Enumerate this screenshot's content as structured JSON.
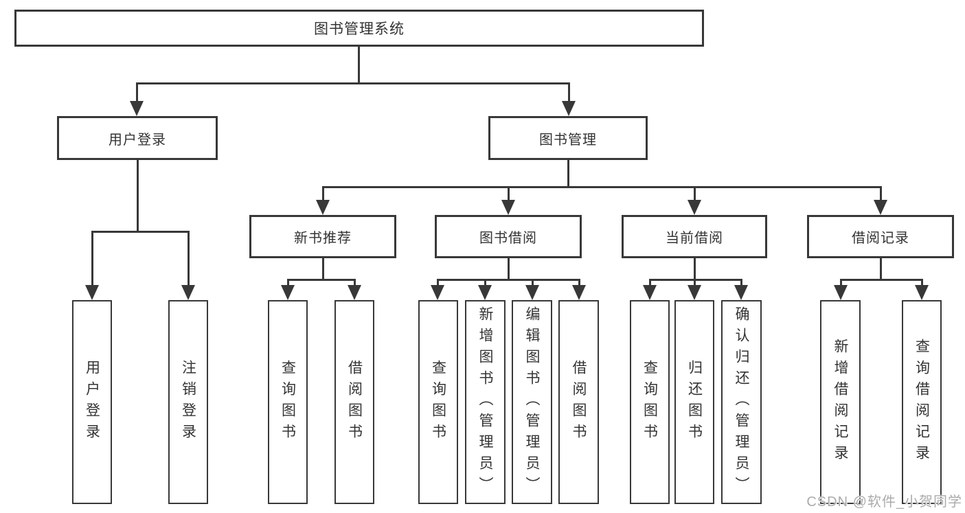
{
  "tree": {
    "root": {
      "label": "图书管理系统",
      "children": [
        {
          "label": "用户登录",
          "children": [
            {
              "label": "用户登录"
            },
            {
              "label": "注销登录"
            }
          ]
        },
        {
          "label": "图书管理",
          "children": [
            {
              "label": "新书推荐",
              "children": [
                {
                  "label": "查询图书"
                },
                {
                  "label": "借阅图书"
                }
              ]
            },
            {
              "label": "图书借阅",
              "children": [
                {
                  "label": "查询图书"
                },
                {
                  "label": "新增图书（管理员）"
                },
                {
                  "label": "编辑图书（管理员）"
                },
                {
                  "label": "借阅图书"
                }
              ]
            },
            {
              "label": "当前借阅",
              "children": [
                {
                  "label": "查询图书"
                },
                {
                  "label": "归还图书"
                },
                {
                  "label": "确认归还（管理员）"
                }
              ]
            },
            {
              "label": "借阅记录",
              "children": [
                {
                  "label": "新增借阅记录"
                },
                {
                  "label": "查询借阅记录"
                }
              ]
            }
          ]
        }
      ]
    }
  },
  "watermark": "CSDN @软件_小贺同学",
  "colors": {
    "line": "#383838",
    "text": "#333333",
    "watermark": "#ababab",
    "background": "#ffffff"
  }
}
